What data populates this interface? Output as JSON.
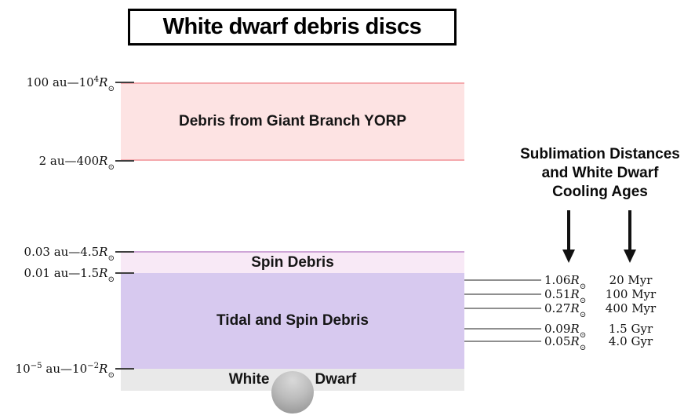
{
  "title": "White dwarf debris discs",
  "bands": {
    "yorp": {
      "label": "Debris from Giant Branch YORP",
      "fill": "#fde3e3",
      "border": "#f4a9ad"
    },
    "spin": {
      "label": "Spin Debris",
      "fill": "#f8e9f6",
      "border": "#cea5d7"
    },
    "tidal": {
      "label": "Tidal and Spin Debris",
      "fill": "#d7c9ef"
    },
    "white_dwarf": {
      "label_left": "White",
      "label_right": "Dwarf",
      "fill": "#e9e9e9"
    }
  },
  "left_ticks": [
    {
      "p1": "100 au—10",
      "s1": "4",
      "p2": "",
      "s2": "",
      "r": "R",
      "sun": "⊙"
    },
    {
      "p1": "2 au—400",
      "s1": "",
      "p2": "",
      "s2": "",
      "r": "R",
      "sun": "⊙"
    },
    {
      "p1": "0.03 au—4.5",
      "s1": "",
      "p2": "",
      "s2": "",
      "r": "R",
      "sun": "⊙"
    },
    {
      "p1": "0.01 au—1.5",
      "s1": "",
      "p2": "",
      "s2": "",
      "r": "R",
      "sun": "⊙"
    },
    {
      "p1": "10",
      "s1": "−5",
      "p2": " au—10",
      "s2": "−2",
      "r": "R",
      "sun": "⊙"
    }
  ],
  "sublimation": {
    "heading_lines": [
      "Sublimation Distances",
      "and White Dwarf",
      "Cooling Ages"
    ],
    "rows": [
      {
        "val": "1.06",
        "r": "R",
        "sun": "⊙",
        "age": "20 Myr"
      },
      {
        "val": "0.51",
        "r": "R",
        "sun": "⊙",
        "age": "100 Myr"
      },
      {
        "val": "0.27",
        "r": "R",
        "sun": "⊙",
        "age": "400 Myr"
      },
      {
        "val": "0.09",
        "r": "R",
        "sun": "⊙",
        "age": "1.5 Gyr"
      },
      {
        "val": "0.05",
        "r": "R",
        "sun": "⊙",
        "age": "4.0 Gyr"
      }
    ]
  },
  "colors": {
    "sphere_light": "#d9d9d9",
    "sphere_dark": "#8d8d8d",
    "tick": "#3f3f3f",
    "sublimation_line": "#8f8f8f",
    "arrow": "#111111"
  }
}
